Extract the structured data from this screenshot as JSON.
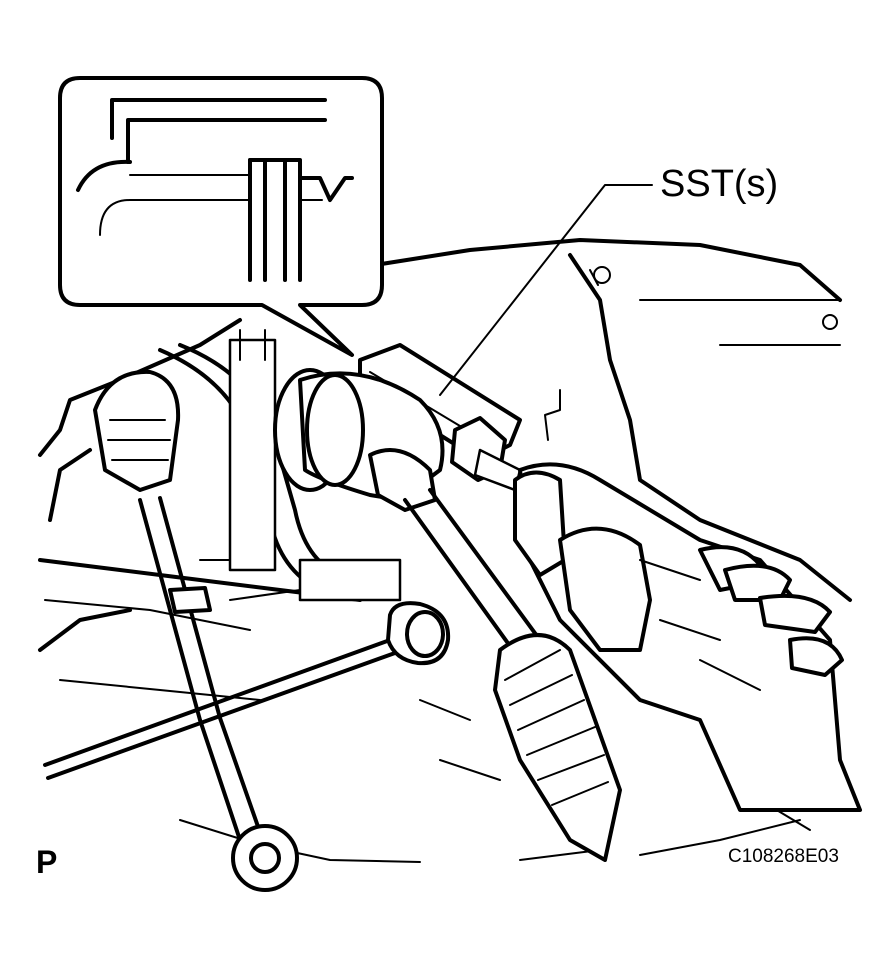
{
  "labels": {
    "tool": "SST(s)",
    "reference_code": "C108268E03",
    "position_marker": "P"
  },
  "colors": {
    "line": "#000000",
    "background": "#ffffff"
  }
}
